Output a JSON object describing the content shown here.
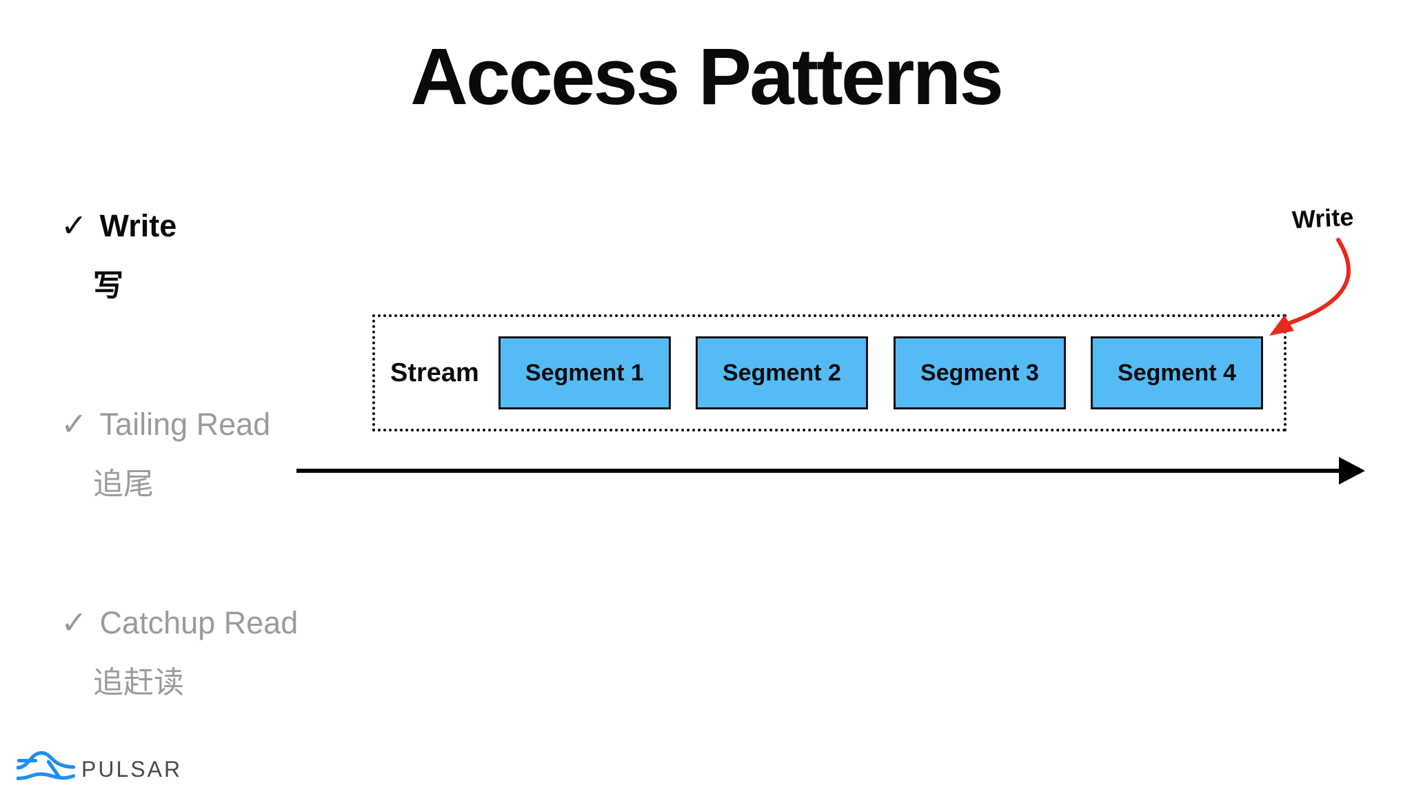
{
  "title": "Access Patterns",
  "bullets": [
    {
      "check": "✓",
      "label": "Write",
      "sub": "写"
    },
    {
      "check": "✓",
      "label": "Tailing Read",
      "sub": "追尾"
    },
    {
      "check": "✓",
      "label": "Catchup Read",
      "sub": "追赶读"
    }
  ],
  "diagram": {
    "stream_label": "Stream",
    "segments": [
      "Segment 1",
      "Segment 2",
      "Segment 3",
      "Segment 4"
    ],
    "write_annotation": "Write"
  },
  "footer": {
    "brand": "PULSAR"
  },
  "colors": {
    "segment_fill": "#55BBF5",
    "segment_border": "#0F1114",
    "active_text": "#0A0A0C",
    "inactive_text": "#9B9B9B",
    "annotation_arrow_red": "#E8291C",
    "timeline_arrow_black": "#000000",
    "pulsar_blue": "#1D8FF2",
    "pulsar_text_gray": "#4A4A4C"
  }
}
